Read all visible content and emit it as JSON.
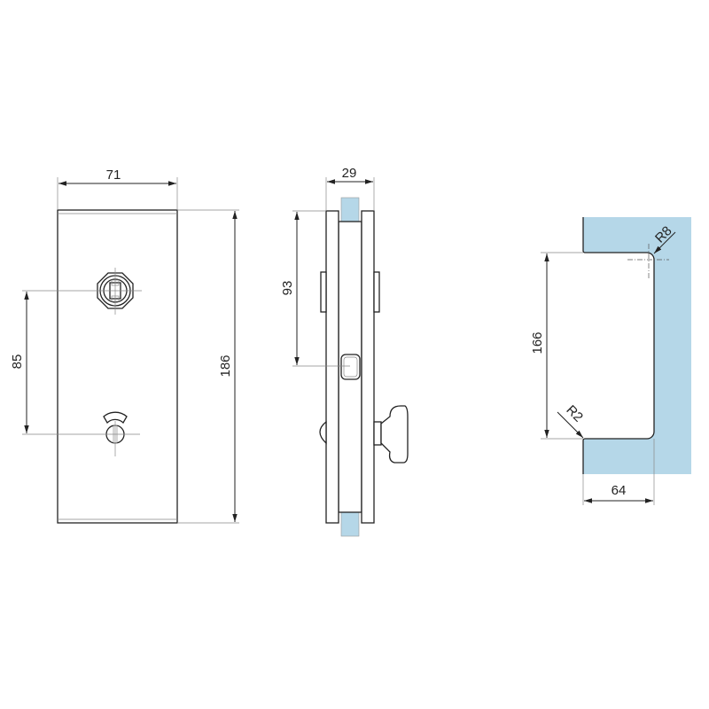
{
  "drawing": {
    "front_view": {
      "width_label": "71",
      "height_label": "186",
      "hole_spacing_label": "85"
    },
    "side_view": {
      "thickness_label": "29",
      "slot_offset_label": "93"
    },
    "glass_cutout": {
      "height_label": "166",
      "width_label": "64",
      "corner_radius_large_label": "R8",
      "corner_radius_small_label": "R2"
    },
    "colors": {
      "glass": "#b5d7e8",
      "line": "#222222"
    }
  }
}
